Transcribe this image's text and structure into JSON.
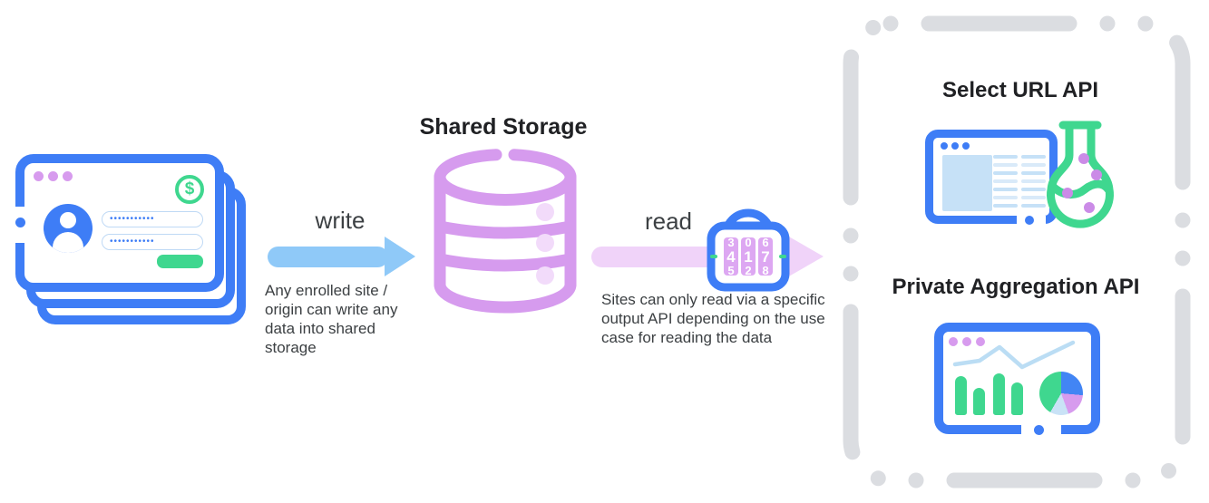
{
  "palette": {
    "blue": "#3E7DF6",
    "arrow_blue": "#8FC9F8",
    "pale_blue": "#C6E1F7",
    "purple": "#D69BEE",
    "pale_purple": "#F2DBFA",
    "arrow_purple": "#F0D3F9",
    "green": "#3FD78F",
    "dash_gray": "#DBDDE1",
    "title_text": "#202124",
    "body_text": "#3C4043"
  },
  "site_card": {
    "dollar_symbol": "$",
    "password_1": "•••••••••••",
    "password_2": "•••••••••••"
  },
  "flow": {
    "write_label": "write",
    "write_note": "Any enrolled site / origin can write any data into shared storage",
    "storage_title": "Shared Storage",
    "read_label": "read",
    "read_note": "Sites can only read via a specific output API depending on the use case for reading the data"
  },
  "lock": {
    "code": "417",
    "dials": [
      {
        "prev": "3",
        "curr": "4",
        "next": "5"
      },
      {
        "prev": "0",
        "curr": "1",
        "next": "2"
      },
      {
        "prev": "6",
        "curr": "7",
        "next": "8"
      }
    ]
  },
  "output_apis": {
    "select_url_title": "Select URL API",
    "private_aggregation_title": "Private Aggregation API"
  }
}
